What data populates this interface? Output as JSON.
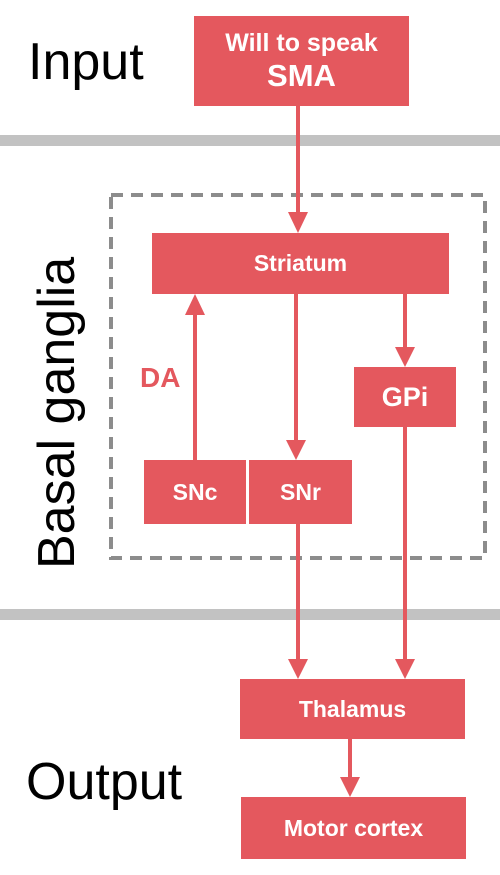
{
  "sections": {
    "input": "Input",
    "basal_ganglia": "Basal ganglia",
    "output": "Output"
  },
  "nodes": {
    "sma_line1": "Will to speak",
    "sma_line2": "SMA",
    "striatum": "Striatum",
    "gpi": "GPi",
    "snc": "SNc",
    "snr": "SNr",
    "thalamus": "Thalamus",
    "motor_cortex": "Motor cortex"
  },
  "edges": {
    "da": "DA"
  },
  "colors": {
    "node_fill": "#e4585e",
    "divider": "#c2c2c2",
    "dashed_border": "#8c8c8c"
  }
}
